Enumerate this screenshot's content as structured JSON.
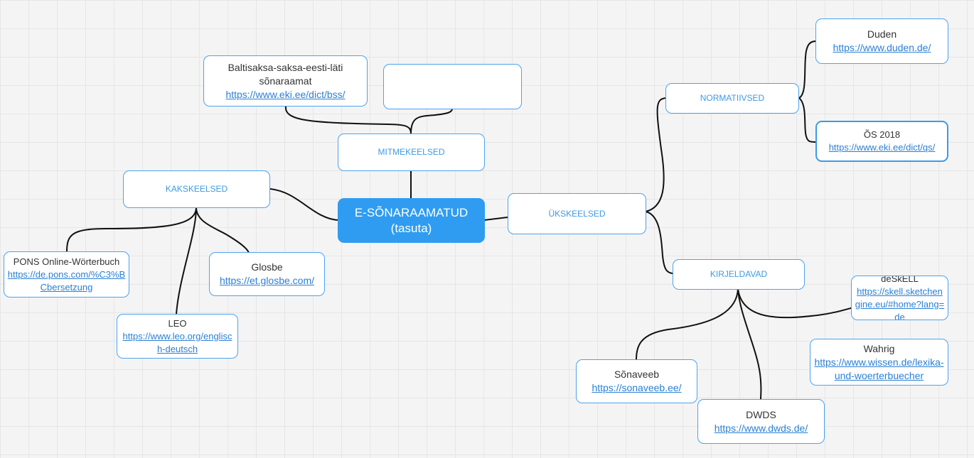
{
  "root": {
    "line1": "E-SÕNARAAMATUD",
    "line2": "(tasuta)"
  },
  "categories": {
    "mitmekeelsed": "MITMEKEELSED",
    "kakskeelsed": "KAKSKEELSED",
    "ukskeelsed": "ÜKSKEELSED",
    "normatiivsed": "NORMATIIVSED",
    "kirjeldavad": "KIRJELDAVAD"
  },
  "entries": {
    "baltisaksa": {
      "title": "Baltisaksa-saksa-eesti-läti sõnaraamat",
      "url": "https://www.eki.ee/dict/bss/"
    },
    "empty": {
      "title": ""
    },
    "pons": {
      "title": "PONS Online-Wörterbuch",
      "url": "https://de.pons.com/%C3%BCbersetzung",
      "url_display": "https://de.pons.com/%C3%BCbersetzung"
    },
    "glosbe": {
      "title": "Glosbe",
      "url": "https://et.glosbe.com/"
    },
    "leo": {
      "title": "LEO",
      "url": "https://www.leo.org/englisch-deutsch",
      "url_display": "https://www.leo.org/englisch-deutsch"
    },
    "duden": {
      "title": "Duden",
      "url": "https://www.duden.de/"
    },
    "os2018": {
      "title": "ÕS 2018",
      "url": "https://www.eki.ee/dict/qs/"
    },
    "deskell": {
      "title": "deSkELL",
      "url": "https://skell.sketchengine.eu/#home?lang=de"
    },
    "wahrig": {
      "title": "Wahrig",
      "url": "https://www.wissen.de/lexika-und-woerterbuecher"
    },
    "sonaveeb": {
      "title": "Sõnaveeb",
      "url": "https://sonaveeb.ee/"
    },
    "dwds": {
      "title": "DWDS",
      "url": "https://www.dwds.de/"
    }
  }
}
